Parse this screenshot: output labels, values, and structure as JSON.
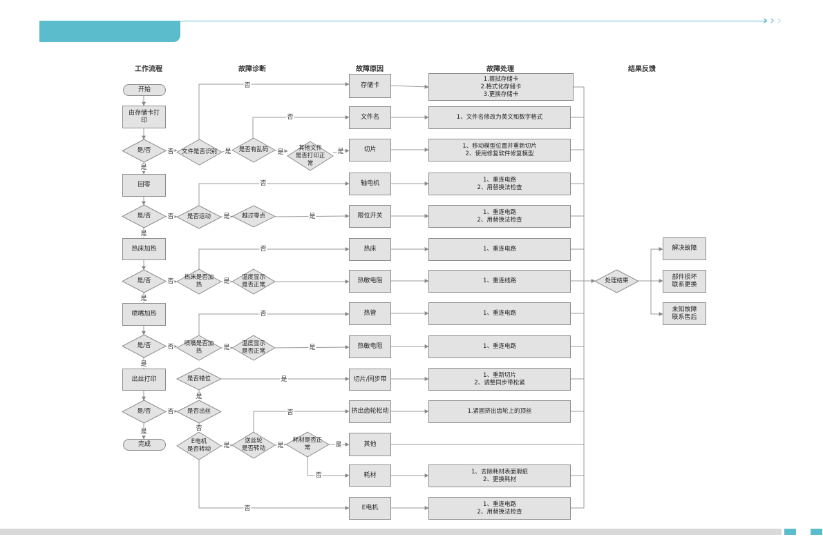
{
  "headers": [
    {
      "id": "h1",
      "text": "工作流程"
    },
    {
      "id": "h2",
      "text": "故障诊断"
    },
    {
      "id": "h3",
      "text": "故障原因"
    },
    {
      "id": "h4",
      "text": "故障处理"
    },
    {
      "id": "h5",
      "text": "结果反馈"
    }
  ],
  "flow": {
    "nodes": {
      "start": "开始",
      "w1": "由存储卡打\n印",
      "w1d": "是/否",
      "w2": "回零",
      "w2d": "是/否",
      "w3": "热床加热",
      "w3d": "是/否",
      "w4": "喷嘴加热",
      "w4d": "是/否",
      "w5": "出丝打印",
      "w5d": "是/否",
      "done": "完成",
      "d_card": "文件是否识别",
      "d_garbled": "是否有乱码",
      "d_other": "其他文件\n是否打印正\n常",
      "d_move": "是否运动",
      "d_zero": "越过零点",
      "d_bed": "热床是否加\n热",
      "d_bedtemp": "温度显示\n是否正常",
      "d_noz": "喷嘴是否加\n热",
      "d_noztemp": "温度显示\n是否正常",
      "d_shift": "是否错位",
      "d_extrude": "是否出丝",
      "d_emotor": "E电机\n是否转动",
      "d_feed": "送丝轮\n是否转动",
      "d_filament": "耗材是否正\n常",
      "c1": "存储卡",
      "c2": "文件名",
      "c3": "切片",
      "c4": "轴电机",
      "c5": "限位开关",
      "c6": "热床",
      "c7": "热敏电阻",
      "c8": "热管",
      "c9": "热敏电阻",
      "c10": "切片/同步带",
      "c11": "挤出齿轮松动",
      "c12": "其他",
      "c13": "耗材",
      "c14": "E电机",
      "t1": "1.擦拭存储卡\n2.格式化存储卡\n3.更换存储卡",
      "t2": "1、文件名修改为英文和数字格式",
      "t3": "1、移动模型位置并重新切片\n2、使用修复软件修复模型",
      "t4": "1、重连电路\n2、用替换法检查",
      "t5": "1、重连电路\n2、用替换法检查",
      "t6": "1、重连电路",
      "t7": "1、重连线路",
      "t8": "1、重连电路",
      "t9": "1、重连电路",
      "t10": "1、重新切片\n2、调整同步带松紧",
      "t11": "1.紧固挤出齿轮上的顶丝",
      "t13": "1、去除耗材表面瑕疵\n2、更换耗材",
      "t14": "1、重连电路\n2、用替换法检查",
      "result": "处理结果",
      "r1": "解决故障",
      "r2": "部件损坏\n联系更换",
      "r3": "未知故障\n联系售后"
    },
    "edge_labels": {
      "yes": "是",
      "no": "否"
    }
  },
  "colors": {
    "accent": "#5bbccb",
    "node_fill": "#e3e3e3",
    "node_border": "#8c8c8c",
    "line": "#999999",
    "footer": "#d9d9d9"
  }
}
